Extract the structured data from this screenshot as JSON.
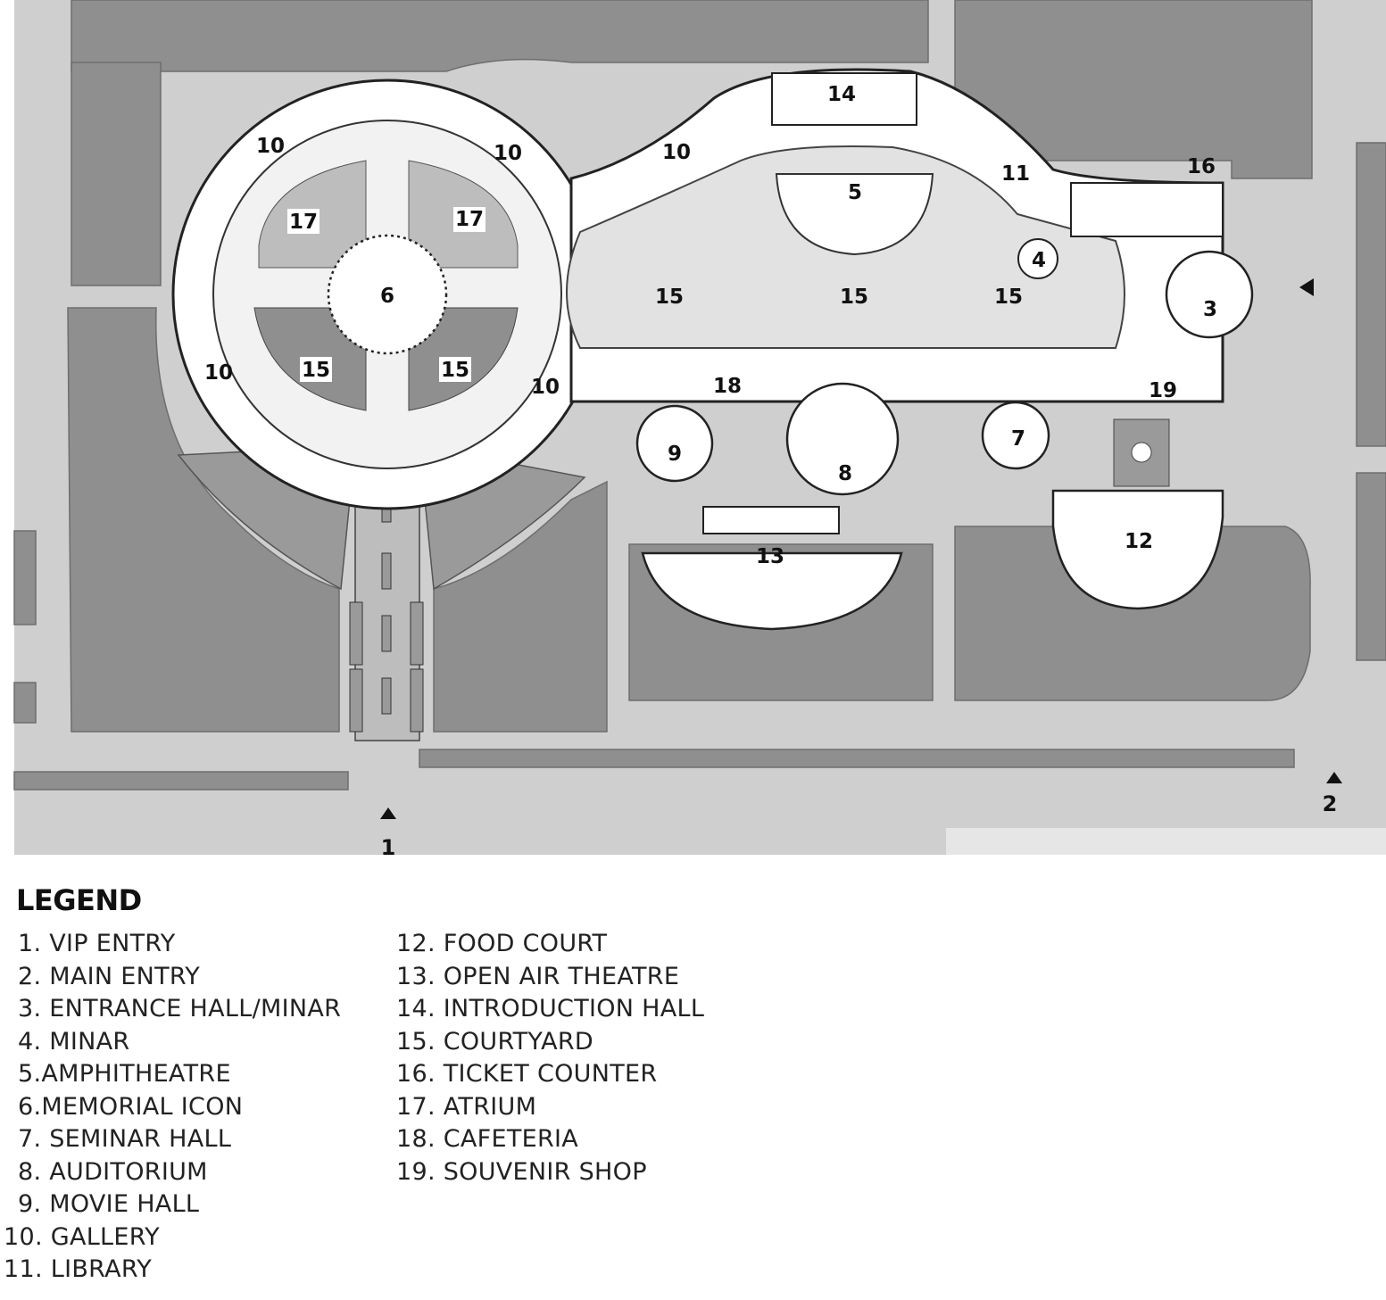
{
  "plan": {
    "zone_labels": [
      {
        "id": "z1",
        "text": "10"
      },
      {
        "id": "z2",
        "text": "10"
      },
      {
        "id": "z3",
        "text": "10"
      },
      {
        "id": "z4",
        "text": "14"
      },
      {
        "id": "z5",
        "text": "11"
      },
      {
        "id": "z6",
        "text": "16"
      },
      {
        "id": "z7",
        "text": "5"
      },
      {
        "id": "z8",
        "text": "17"
      },
      {
        "id": "z9",
        "text": "17"
      },
      {
        "id": "z10",
        "text": "6"
      },
      {
        "id": "z11",
        "text": "4"
      },
      {
        "id": "z12",
        "text": "3"
      },
      {
        "id": "z13",
        "text": "15"
      },
      {
        "id": "z14",
        "text": "15"
      },
      {
        "id": "z15",
        "text": "15"
      },
      {
        "id": "z16",
        "text": "15"
      },
      {
        "id": "z17",
        "text": "15"
      },
      {
        "id": "z18",
        "text": "10"
      },
      {
        "id": "z19",
        "text": "10"
      },
      {
        "id": "z20",
        "text": "18"
      },
      {
        "id": "z21",
        "text": "19"
      },
      {
        "id": "z22",
        "text": "9"
      },
      {
        "id": "z23",
        "text": "8"
      },
      {
        "id": "z24",
        "text": "7"
      },
      {
        "id": "z25",
        "text": "13"
      },
      {
        "id": "z26",
        "text": "12"
      }
    ],
    "entries": [
      {
        "id": "entry-1",
        "text": "1"
      },
      {
        "id": "entry-2",
        "text": "2"
      }
    ]
  },
  "legend": {
    "title": "LEGEND",
    "column_a": [
      "1. VIP ENTRY",
      "2. MAIN ENTRY",
      "3. ENTRANCE HALL/MINAR",
      "4. MINAR",
      "5.AMPHITHEATRE",
      "6.MEMORIAL ICON",
      "7. SEMINAR HALL",
      "8. AUDITORIUM",
      "9. MOVIE HALL",
      "10. GALLERY",
      "11. LIBRARY"
    ],
    "column_b": [
      "12. FOOD COURT",
      "13. OPEN AIR THEATRE",
      "14. INTRODUCTION HALL",
      "15. COURTYARD",
      "16. TICKET COUNTER",
      "17. ATRIUM",
      "18. CAFETERIA",
      "19. SOUVENIR SHOP"
    ]
  },
  "colors": {
    "grass": "#8f8f8f",
    "paving": "#cfcfcf",
    "building": "#ffffff",
    "courtyard": "#e2e2e2",
    "atrium": "#bdbdbd",
    "line": "#3a3a3a"
  }
}
